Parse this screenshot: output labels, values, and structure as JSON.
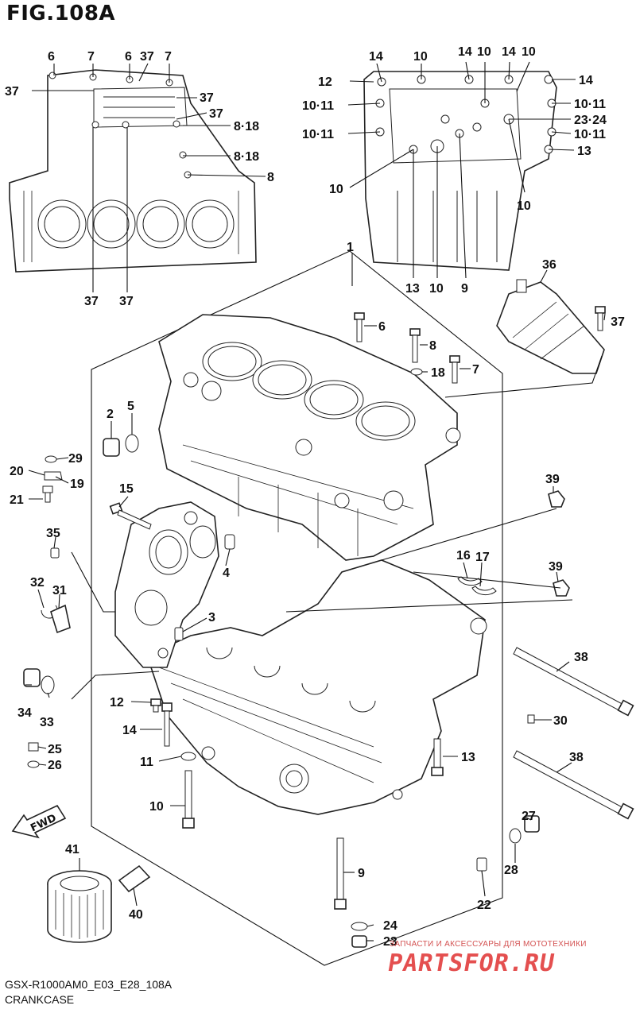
{
  "figure": {
    "title": "FIG.108A"
  },
  "footer": {
    "code": "GSX-R1000AM0_E03_E28_108A",
    "label": "CRANKCASE"
  },
  "watermark": {
    "tagline": "ЗАПЧАСТИ И АКСЕССУАРЫ ДЛЯ МОТОТЕХНИКИ",
    "logo": "PARTSFOR.RU",
    "color": "#e23c3c"
  },
  "callouts": [
    "6",
    "7",
    "6",
    "37",
    "7",
    "37",
    "37",
    "37",
    "8·18",
    "8·18",
    "8",
    "37",
    "37",
    "14",
    "10",
    "14",
    "10",
    "14",
    "10",
    "12",
    "14",
    "10·11",
    "10·11",
    "23·24",
    "10·11",
    "10·11",
    "13",
    "10",
    "10",
    "13",
    "10",
    "9",
    "1",
    "36",
    "6",
    "37",
    "8",
    "18",
    "7",
    "2",
    "5",
    "29",
    "20",
    "19",
    "21",
    "15",
    "4",
    "35",
    "32",
    "31",
    "3",
    "39",
    "16",
    "17",
    "39",
    "38",
    "30",
    "38",
    "34",
    "33",
    "12",
    "14",
    "25",
    "26",
    "11",
    "13",
    "10",
    "27",
    "28",
    "41",
    "40",
    "9",
    "22",
    "24",
    "23"
  ],
  "icons": {
    "fwd_arrow": "fwd-arrow-icon",
    "fwd_text": "FWD"
  }
}
